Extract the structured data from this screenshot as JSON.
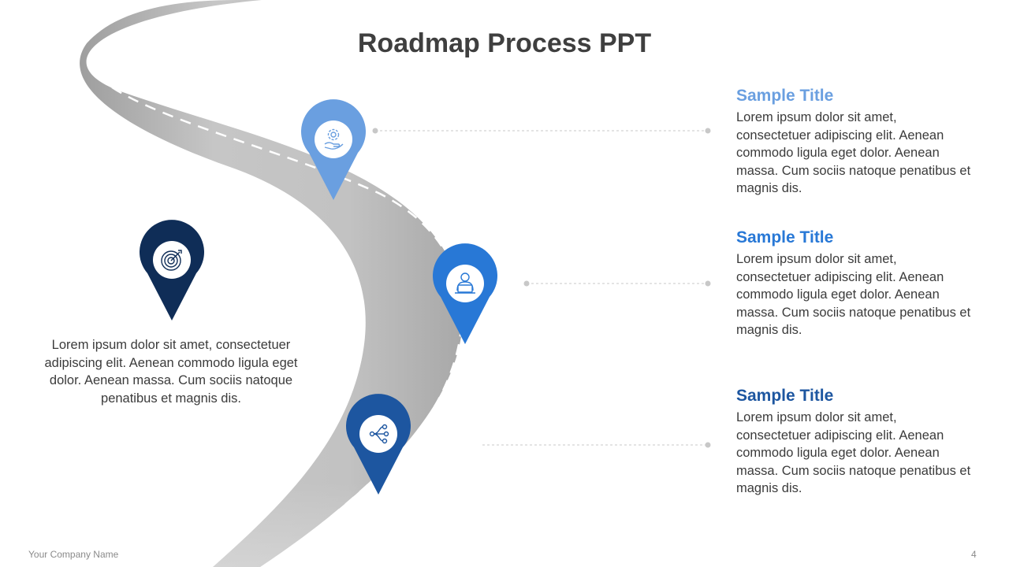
{
  "slide": {
    "title": "Roadmap Process PPT",
    "footer_company": "Your Company  Name",
    "page_number": "4"
  },
  "items": [
    {
      "title": "Sample Title",
      "body": "Lorem ipsum dolor sit amet, consectetuer adipiscing elit.  Aenean commodo ligula eget dolor. Aenean massa. Cum sociis natoque penatibus et magnis dis.",
      "color": "#6A9FE0",
      "icon": "gear-hand-icon"
    },
    {
      "title": "Sample Title",
      "body": "Lorem ipsum dolor sit amet, consectetuer adipiscing elit.  Aenean commodo ligula eget dolor. Aenean massa. Cum sociis natoque penatibus et magnis dis.",
      "color": "#2878D6",
      "icon": "person-laptop-icon"
    },
    {
      "title": "Sample Title",
      "body": "Lorem ipsum dolor sit amet, consectetuer adipiscing elit.  Aenean commodo ligula eget dolor. Aenean massa. Cum sociis natoque penatibus et magnis dis.",
      "color": "#1D56A0",
      "icon": "share-nodes-icon"
    }
  ],
  "left_block": {
    "body": "Lorem ipsum dolor sit amet, consectetuer adipiscing elit.  Aenean commodo ligula eget dolor. Aenean massa. Cum sociis natoque penatibus et magnis dis.",
    "color": "#0F2D57",
    "icon": "target-icon"
  },
  "colors": {
    "title_text": "#3F3F3F",
    "road": "#C4C4C4",
    "road_dash": "#FFFFFF",
    "connector": "#C8C8C8"
  }
}
